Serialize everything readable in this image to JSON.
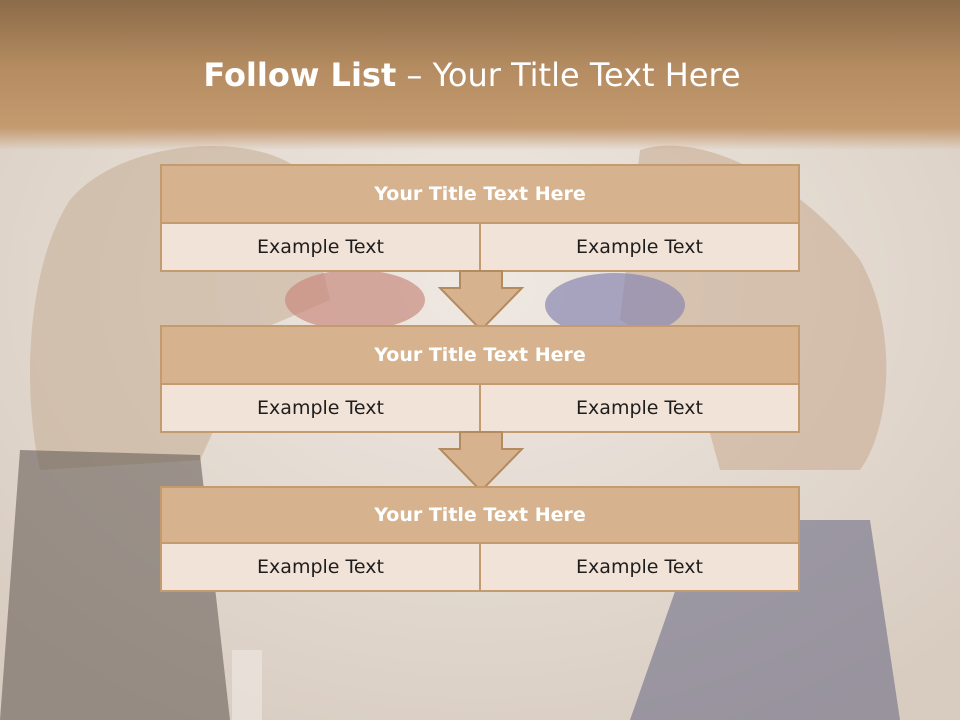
{
  "slide": {
    "title_bold": "Follow List",
    "title_rest": " – Your Title Text Here"
  },
  "blocks": [
    {
      "title": "Your Title Text Here",
      "left": "Example Text",
      "right": "Example Text"
    },
    {
      "title": "Your Title Text Here",
      "left": "Example Text",
      "right": "Example Text"
    },
    {
      "title": "Your Title Text Here",
      "left": "Example Text",
      "right": "Example Text"
    }
  ],
  "colors": {
    "accent": "#c49a6f",
    "title_fill": "#d6b38e",
    "cell_fill": "#f1e3d8",
    "header_brown": "#8b6b49"
  }
}
